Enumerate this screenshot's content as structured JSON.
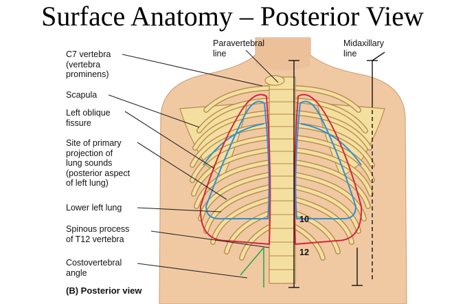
{
  "title": "Surface Anatomy – Posterior View",
  "caption": "(B) Posterior view",
  "labels": {
    "c7": "C7 vertebra\n(vertebra\nprominens)",
    "scapula": "Scapula",
    "oblique": "Left oblique\nfissure",
    "site": "Site of primary\nprojection of\nlung sounds\n(posterior aspect\nof left lung)",
    "lower_lung": "Lower left lung",
    "spinous": "Spinous process\nof T12 vertebra",
    "costovertebral": "Costovertebral\nangle",
    "paravertebral": "Paravertebral\nline",
    "midaxillary": "Midaxillary\nline"
  },
  "rib_numbers": [
    "10",
    "12"
  ],
  "colors": {
    "skin": "#f0c9a3",
    "bone": "#f5dfa0",
    "bone_outline": "#b08a4a",
    "lung_blue": "#2f8fd6",
    "lung_red": "#d4243a",
    "leader": "#222222"
  }
}
